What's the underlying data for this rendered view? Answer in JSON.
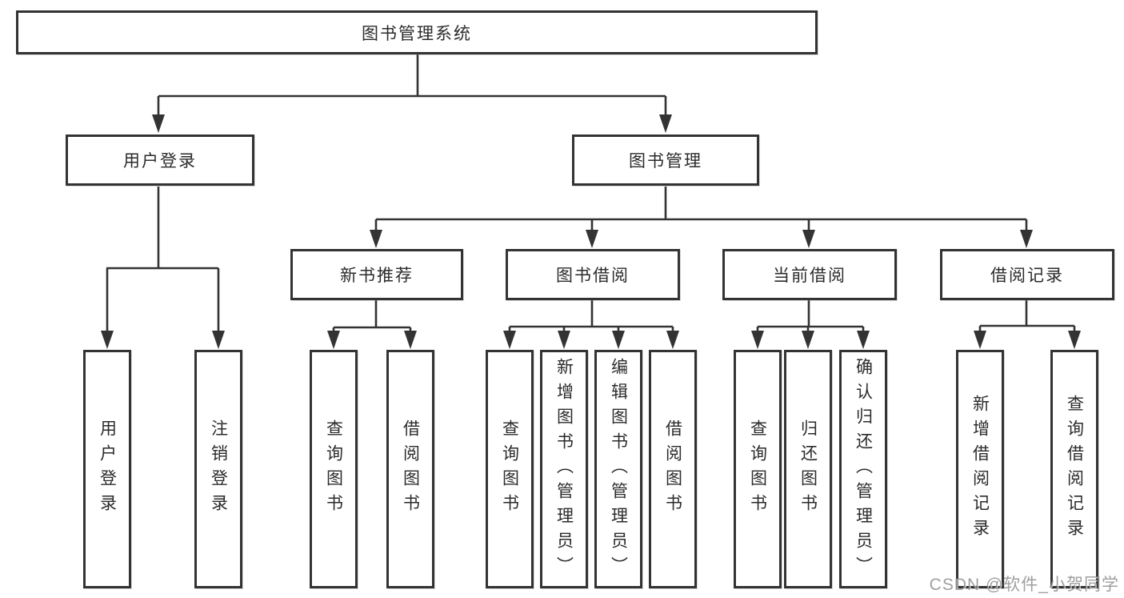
{
  "tree": {
    "root": "图书管理系统",
    "login": {
      "label": "用户登录",
      "children": [
        "用户登录",
        "注销登录"
      ]
    },
    "management": {
      "label": "图书管理",
      "sections": [
        {
          "label": "新书推荐",
          "children": [
            "查询图书",
            "借阅图书"
          ]
        },
        {
          "label": "图书借阅",
          "children": [
            "查询图书",
            "新增图书（管理员）",
            "编辑图书（管理员）",
            "借阅图书"
          ]
        },
        {
          "label": "当前借阅",
          "children": [
            "查询图书",
            "归还图书",
            "确认归还（管理员）"
          ]
        },
        {
          "label": "借阅记录",
          "children": [
            "新增借阅记录",
            "查询借阅记录"
          ]
        }
      ]
    }
  },
  "watermark": {
    "text": "CSDN @软件_小贺同学"
  },
  "colors": {
    "line": "#333333",
    "box_border": "#333333",
    "background": "#ffffff",
    "watermark": "#878787"
  }
}
